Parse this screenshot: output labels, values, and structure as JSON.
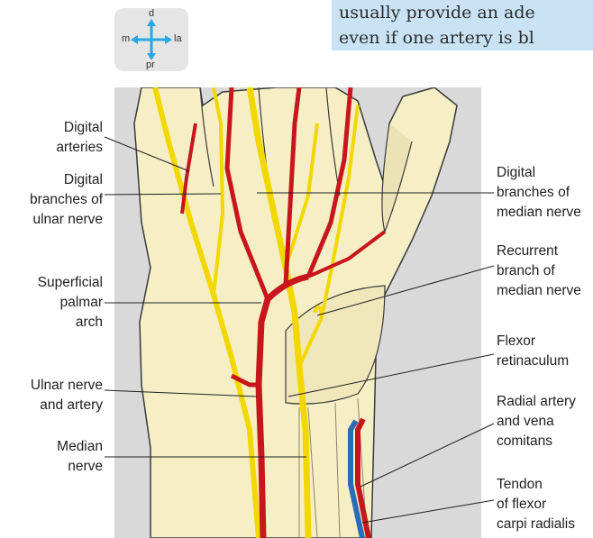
{
  "snippet": {
    "line1": "usually provide an ade",
    "line2": "even if one artery is bl"
  },
  "compass": {
    "top": "d",
    "bottom": "pr",
    "left": "m",
    "right": "la",
    "arrow_color": "#2aa7e2"
  },
  "labels": {
    "digital_arteries": [
      "Digital",
      "arteries"
    ],
    "digital_branches_ulnar": [
      "Digital",
      "branches of",
      "ulnar nerve"
    ],
    "superficial_palmar_arch": [
      "Superficial",
      "palmar",
      "arch"
    ],
    "ulnar_nerve_artery": [
      "Ulnar nerve",
      "and artery"
    ],
    "median_nerve": [
      "Median",
      "nerve"
    ],
    "digital_branches_median": [
      "Digital",
      "branches of",
      "median nerve"
    ],
    "recurrent_branch": [
      "Recurrent",
      "branch of",
      "median nerve"
    ],
    "flexor_retinaculum": [
      "Flexor",
      "retinaculum"
    ],
    "radial_artery": [
      "Radial artery",
      "and vena",
      "comitans"
    ],
    "tendon_fcr": [
      "Tendon",
      "of flexor",
      "carpi radialis"
    ]
  },
  "colors": {
    "artery": "#c8161d",
    "nerve": "#f2d800",
    "vein": "#2a6db4",
    "skin": "#f6efc6",
    "background": "#d9d9d9"
  }
}
